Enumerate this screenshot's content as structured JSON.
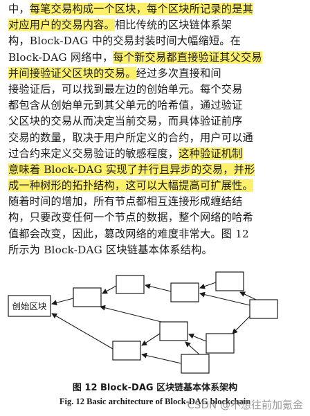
{
  "paragraph_lines": [
    [
      {
        "t": "中，"
      },
      {
        "t": "每笔交易构成一个区块，每个区块所记录的是其",
        "hl": true
      }
    ],
    [
      {
        "t": "对应用户的交易内容。",
        "hl": true
      },
      {
        "t": "相比传统的区块链体系架"
      }
    ],
    [
      {
        "t": "构，Block-DAG 中的交易封装时间大幅缩短。在"
      }
    ],
    [
      {
        "t": "Block-DAG 网络中，"
      },
      {
        "t": "每个新交易都直接验证其父交易",
        "hl": true
      }
    ],
    [
      {
        "t": "并间接验证父区块的交易。",
        "hl": true
      },
      {
        "t": "经过多次直接和间"
      }
    ],
    [
      {
        "t": "接验证后，可以找到最左边的创始单元。每个交易"
      }
    ],
    [
      {
        "t": "都包含从创始单元到其父单元的哈希值，通过验证"
      }
    ],
    [
      {
        "t": "父区块的交易从而决定当前交易，而具体验证前序"
      }
    ],
    [
      {
        "t": "交易的数量，取决于用户所定义的合约，用户可以通"
      }
    ],
    [
      {
        "t": "过合约来定义交易验证的敏感程度，"
      },
      {
        "t": "这种验证机制",
        "hl": true
      }
    ],
    [
      {
        "t": "意味着 Block-DAG 实现了并行且异步的交易，并形",
        "hl": true
      }
    ],
    [
      {
        "t": "成一种树形的拓扑结构，这可以大幅提高可扩展性。",
        "hl": true
      }
    ],
    [
      {
        "t": "随着时间的增加，所有节点都相互连接形成缠结结"
      }
    ],
    [
      {
        "t": "构，只要改变任何一个节点的数据，整个网络的哈希"
      }
    ],
    [
      {
        "t": "值都会改变，因此，篡改网络的难度非常大。图 12"
      }
    ],
    [
      {
        "t": "所示为 Block-DAG 区块链基本体系结构。"
      }
    ]
  ],
  "diagram": {
    "genesis_label": "创始区块"
  },
  "figure": {
    "caption_zh": "图 12    Block-DAG 区块链基本体系架构",
    "caption_en": "Fig. 12    Basic architecture of Block-DAG blockchain"
  },
  "watermark": "CSDN @不想往前加氪金",
  "colors": {
    "highlight": "#fdf16b",
    "text": "#1a1a1a"
  }
}
